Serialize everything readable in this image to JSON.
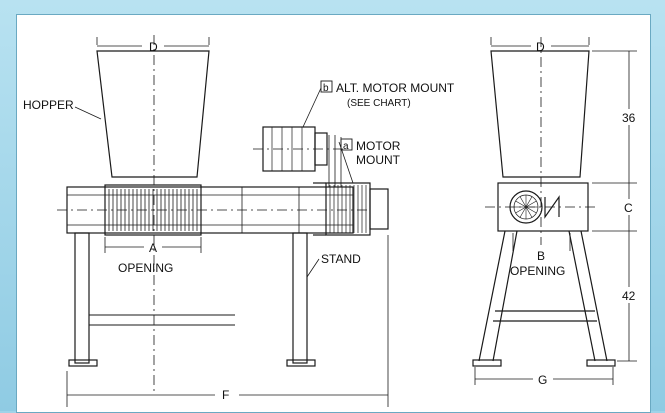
{
  "labels": {
    "hopper": "HOPPER",
    "alt_tag": "b",
    "alt_motor": "ALT. MOTOR MOUNT",
    "see_chart": "(SEE CHART)",
    "motor_tag": "a",
    "motor": "MOTOR",
    "mount": "MOUNT",
    "stand": "STAND",
    "opening_left": "OPENING",
    "opening_right": "OPENING"
  },
  "dimensions": {
    "d_left": "D",
    "d_right": "D",
    "a": "A",
    "b": "B",
    "c": "C",
    "f": "F",
    "g": "G",
    "h36": "36",
    "h42": "42"
  },
  "colors": {
    "line": "#1a1a1a",
    "frame": "#9fd3e8"
  }
}
